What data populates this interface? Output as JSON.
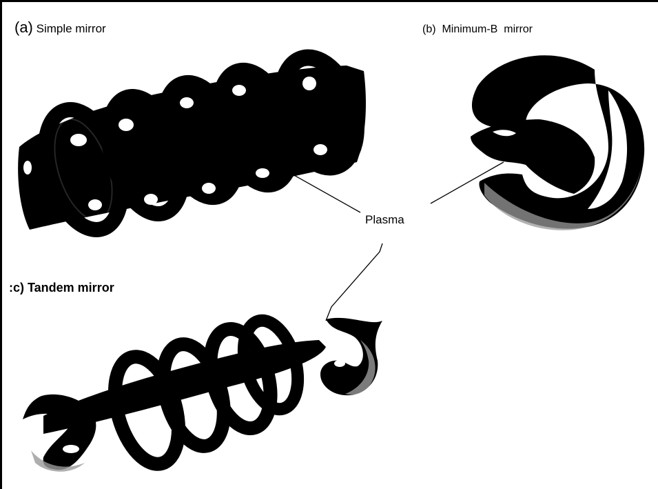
{
  "figure": {
    "panels": [
      {
        "id": "a",
        "letter": "(a)",
        "title": "Simple mirror"
      },
      {
        "id": "b",
        "letter": "(b)",
        "title": "Minimum-B  mirror"
      },
      {
        "id": "c",
        "letter": "",
        "title": ":c) Tandem mirror"
      }
    ],
    "callout": "Plasma"
  },
  "colors": {
    "ink": "#000000",
    "paper": "#ffffff",
    "grain": "#9a9a9a"
  }
}
